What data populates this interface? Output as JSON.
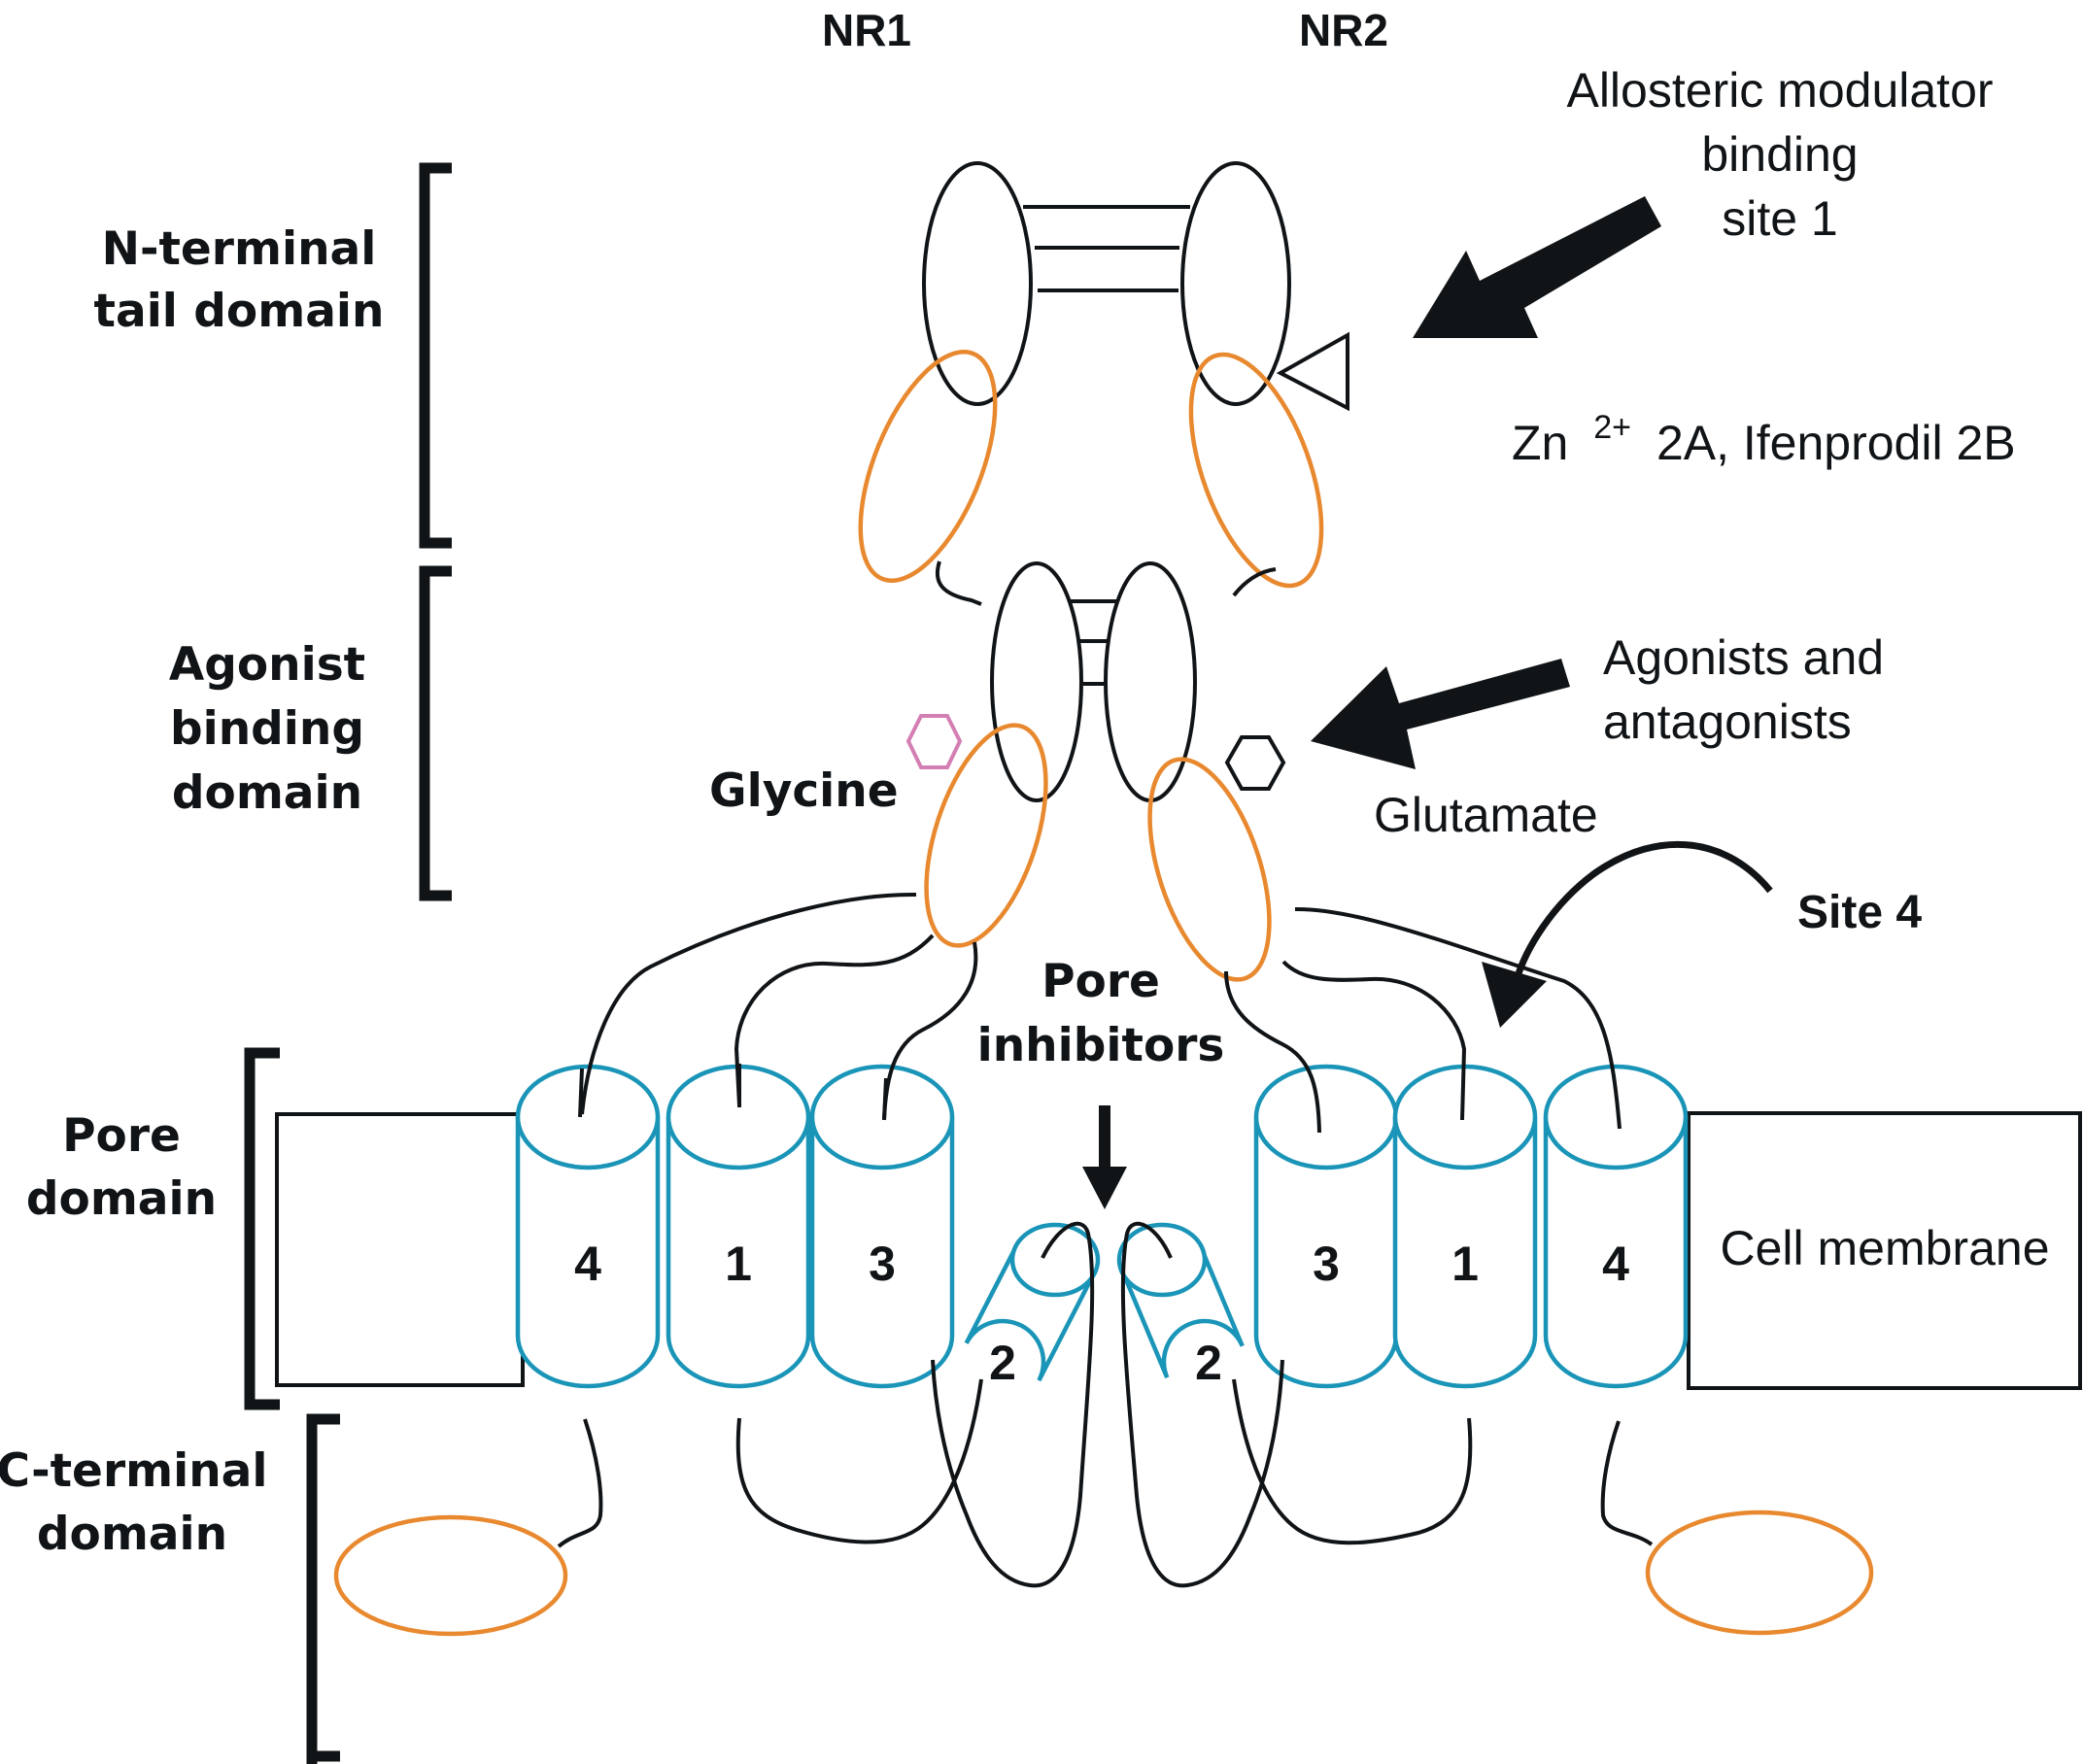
{
  "colors": {
    "orange": "#e8892f",
    "teal": "#1a95b8",
    "pink": "#d47fb4",
    "ink": "#111417"
  },
  "subunits": {
    "left": "NR1",
    "right": "NR2"
  },
  "domains": {
    "n_terminal": [
      "N-terminal",
      "tail domain"
    ],
    "agonist_binding": [
      "Agonist",
      "binding",
      "domain"
    ],
    "pore": [
      "Pore",
      "domain"
    ],
    "c_terminal": [
      "C-terminal",
      "domain"
    ]
  },
  "annotations": {
    "allosteric": [
      "Allosteric modulator",
      "binding",
      "site 1"
    ],
    "zinc": {
      "element": "Zn",
      "charge": "2+",
      "rest": "2A, Ifenprodil 2B"
    },
    "agonists": [
      "Agonists and",
      "antagonists"
    ],
    "glycine": "Glycine",
    "glutamate": "Glutamate",
    "site4": "Site 4",
    "pore_inhibitors": [
      "Pore",
      "inhibitors"
    ],
    "cell_membrane": "Cell membrane"
  },
  "helices": {
    "left": [
      "4",
      "1",
      "3",
      "2"
    ],
    "right": [
      "2",
      "3",
      "1",
      "4"
    ]
  }
}
